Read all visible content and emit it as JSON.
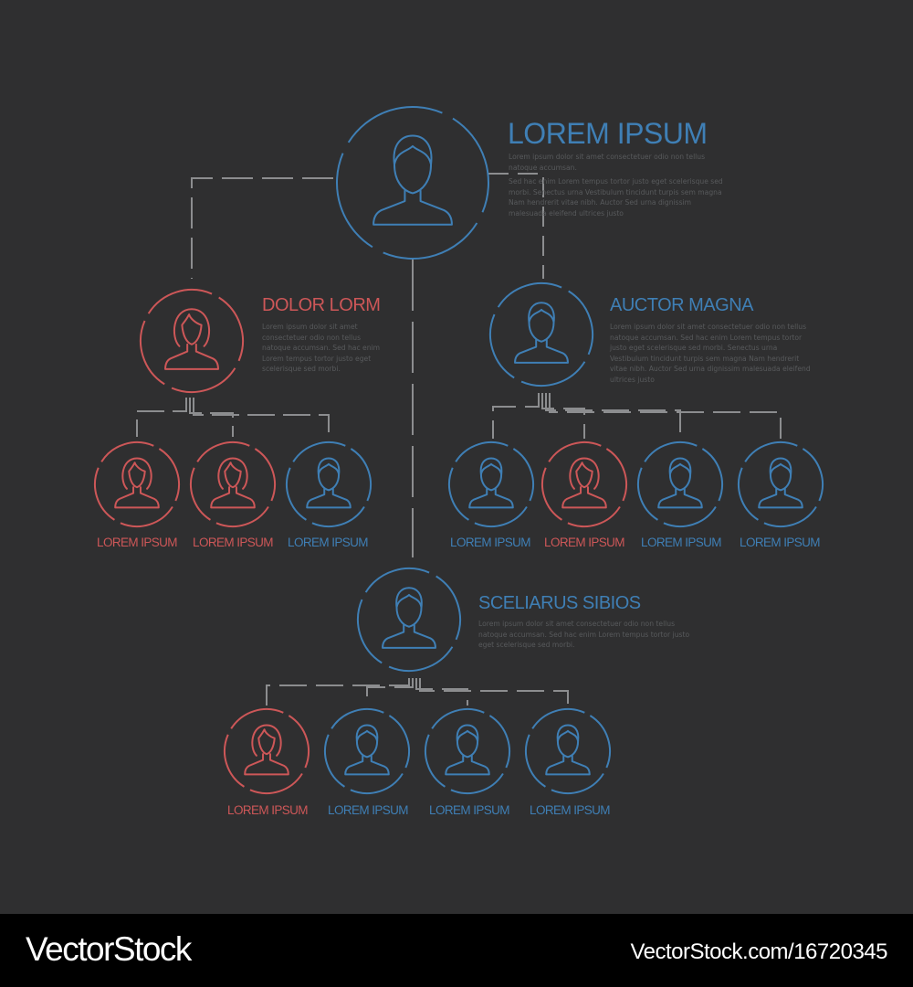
{
  "colors": {
    "background": "#2f2f30",
    "blue": "#3f7fb5",
    "red": "#cd5758",
    "connector": "#8c8d8f",
    "body_text": "#585a5c",
    "footer_bg": "#000000",
    "footer_text": "#ffffff"
  },
  "icons": {
    "male": "male-user-icon",
    "female": "female-user-icon"
  },
  "nodes": {
    "root": {
      "title": "LOREM IPSUM",
      "gender": "male",
      "color": "blue",
      "paragraphs": [
        "Lorem ipsum dolor sit amet consectetuer odio non tellus natoque accumsan.",
        "Sed hac enim Lorem tempus tortor justo eget scelerisque sed morbi. Senectus urna Vestibulum tincidunt turpis sem magna Nam hendrerit vitae nibh. Auctor Sed urna dignissim malesuada eleifend ultrices justo"
      ]
    },
    "left_head": {
      "title": "DOLOR LORM",
      "gender": "female",
      "color": "red",
      "paragraphs": [
        "Lorem ipsum dolor sit amet consectetuer odio non tellus natoque accumsan. Sed hac enim Lorem tempus tortor justo eget scelerisque sed morbi."
      ]
    },
    "right_head": {
      "title": "AUCTOR MAGNA",
      "gender": "male",
      "color": "blue",
      "paragraphs": [
        "Lorem ipsum dolor sit amet consectetuer odio non tellus natoque accumsan. Sed hac enim Lorem tempus tortor justo eget scelerisque sed morbi. Senectus urna Vestibulum tincidunt turpis sem magna Nam hendrerit vitae nibh. Auctor Sed urna dignissim malesuada eleifend ultrices justo"
      ]
    },
    "bottom_head": {
      "title": "SCELIARUS SIBIOS",
      "gender": "male",
      "color": "blue",
      "paragraphs": [
        "Lorem ipsum dolor sit amet consectetuer odio non tellus natoque accumsan. Sed hac enim Lorem tempus tortor justo eget scelerisque sed morbi."
      ]
    }
  },
  "teams": {
    "left": [
      {
        "label": "LOREM IPSUM",
        "gender": "female",
        "color": "red"
      },
      {
        "label": "LOREM IPSUM",
        "gender": "female",
        "color": "red"
      },
      {
        "label": "LOREM IPSUM",
        "gender": "male",
        "color": "blue"
      }
    ],
    "right": [
      {
        "label": "LOREM IPSUM",
        "gender": "male",
        "color": "blue"
      },
      {
        "label": "LOREM IPSUM",
        "gender": "female",
        "color": "red"
      },
      {
        "label": "LOREM IPSUM",
        "gender": "male",
        "color": "blue"
      },
      {
        "label": "LOREM IPSUM",
        "gender": "male",
        "color": "blue"
      }
    ],
    "bottom": [
      {
        "label": "LOREM IPSUM",
        "gender": "female",
        "color": "red"
      },
      {
        "label": "LOREM IPSUM",
        "gender": "male",
        "color": "blue"
      },
      {
        "label": "LOREM IPSUM",
        "gender": "male",
        "color": "blue"
      },
      {
        "label": "LOREM IPSUM",
        "gender": "male",
        "color": "blue"
      }
    ]
  },
  "footer": {
    "brand": "VectorStock",
    "stock_id": "VectorStock.com/16720345"
  }
}
